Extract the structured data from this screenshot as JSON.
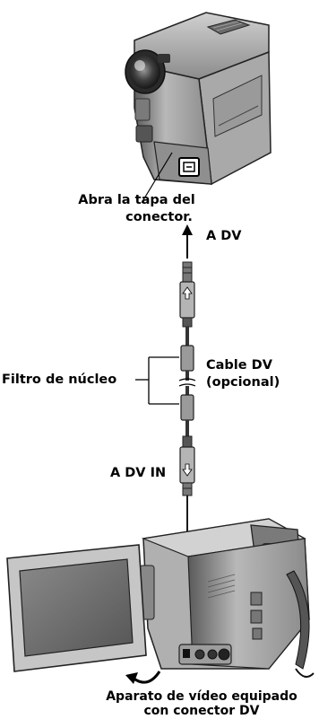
{
  "labels": {
    "open_cover_line1": "Abra la tapa del",
    "open_cover_line2": "conector.",
    "to_dv": "A DV",
    "core_filter": "Filtro de núcleo",
    "cable_line1": "Cable DV",
    "cable_line2": "(opcional)",
    "to_dv_in": "A DV IN",
    "device_line1": "Aparato de vídeo equipado",
    "device_line2": "con conector DV"
  },
  "icons": {
    "dv_port": "dv-port-icon",
    "arrow_up": "arrow-up-icon",
    "arrow_down": "arrow-down-icon",
    "curved_arrow": "curved-arrow-icon"
  }
}
